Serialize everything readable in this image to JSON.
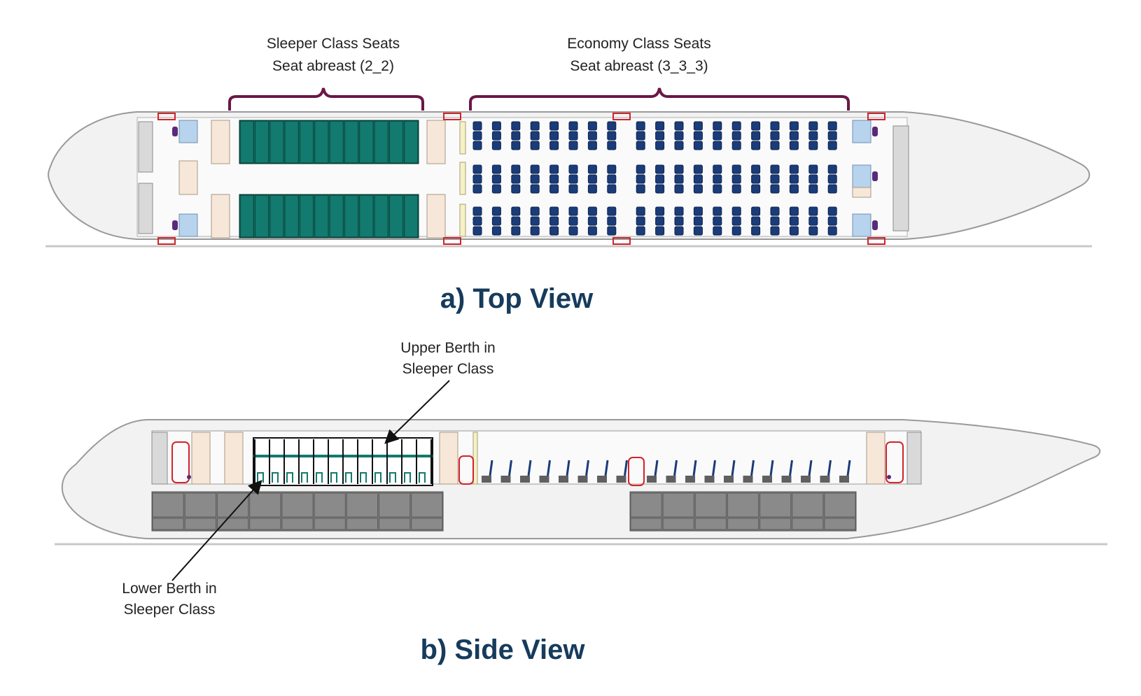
{
  "top_view": {
    "caption": "a) Top View",
    "sleeper_label": {
      "line1": "Sleeper Class Seats",
      "line2": "Seat abreast (2_2)"
    },
    "economy_label": {
      "line1": "Economy Class Seats",
      "line2": "Seat abreast (3_3_3)"
    },
    "sleeper_rows": 12,
    "economy_rows": 19
  },
  "side_view": {
    "caption": "b) Side View",
    "upper_berth_label": {
      "line1": "Upper Berth in",
      "line2": "Sleeper Class"
    },
    "lower_berth_label": {
      "line1": "Lower Berth in",
      "line2": "Sleeper Class"
    },
    "berth_columns": 12,
    "economy_seats": 19
  },
  "colors": {
    "sleeper_seat": "#127a6e",
    "economy_seat": "#1a3c78",
    "bracket": "#6a1746",
    "door": "#d2232a",
    "galley": "#f6e7d8",
    "lavatory": "#b7d3ee",
    "cargo": "#7d7d7d",
    "fuselage": "#f2f2f2",
    "title": "#163b5c"
  }
}
